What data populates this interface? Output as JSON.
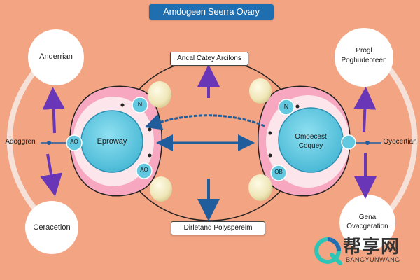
{
  "title": "Amdogeen Seerra Ovary",
  "nodes": {
    "top_left": "Anderrian",
    "bottom_left": "Ceracetion",
    "top_right": "Progl Poghudeoteen",
    "bottom_right": "Gena Ovacgeration",
    "left_outer": "Adoggren",
    "right_outer": "Oyocertian"
  },
  "boxes": {
    "top": "Ancal Catey Arcilons",
    "bottom": "Dirletand Polyspereim"
  },
  "ovaries": {
    "left_center": "Eproway",
    "right_center_line1": "Omoecest",
    "right_center_line2": "Coquey"
  },
  "badges": {
    "left_top": "N",
    "left_side": "AO",
    "left_bottom": "AO",
    "right_top": "N",
    "right_side": "",
    "right_bottom": "OB"
  },
  "watermark": {
    "cn": "帮享网",
    "en": "BANGYUNWANG"
  },
  "colors": {
    "background": "#f3a482",
    "ring": "#f7a7c0",
    "ring_inner": "#fce6ec",
    "core": "#63c9e0",
    "arrow_purple": "#6a36b8",
    "arrow_blue": "#1f5d9c",
    "title_bg": "#1f6fb0"
  }
}
